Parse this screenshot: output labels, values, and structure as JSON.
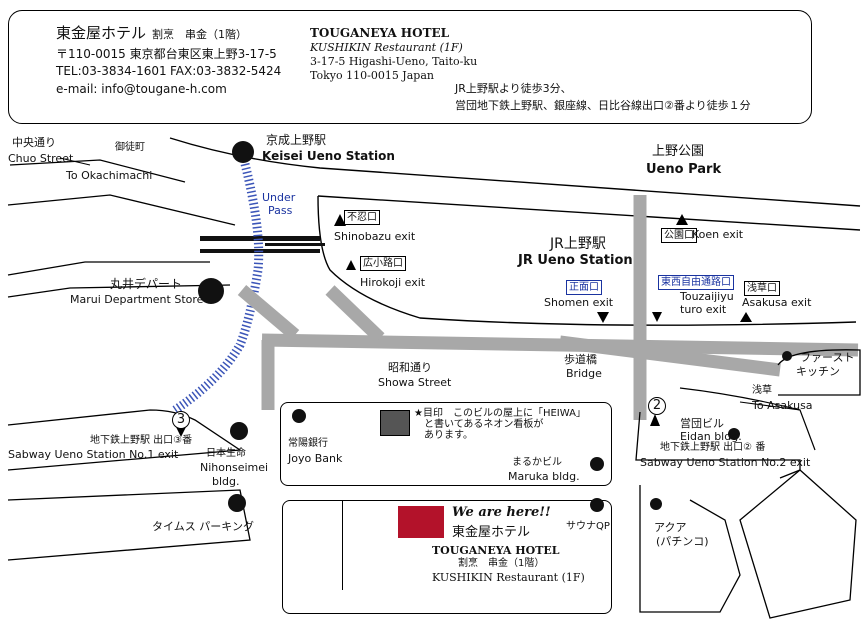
{
  "header": {
    "name_jp": "東金屋ホテル",
    "restaurant_jp": "割烹　串金（1階）",
    "postal_jp": "〒110-0015 東京都台東区東上野3-17-5",
    "tel": "TEL:03-3834-1601",
    "fax": "FAX:03-3832-5424",
    "email": "e-mail: info@tougane-h.com",
    "name_en": "TOUGANEYA HOTEL",
    "restaurant_en": "KUSHIKIN Restaurant (1F)",
    "address1": "3-17-5 Higashi-Ueno, Taito-ku",
    "address2": "Tokyo 110-0015 Japan",
    "access1": "JR上野駅より徒歩3分、",
    "access2": "営団地下鉄上野駅、銀座線、日比谷線出口②番より徒歩１分"
  },
  "map": {
    "chuo_jp": "中央通り",
    "chuo_en": "Chuo Street",
    "okachimachi_jp": "御徒町",
    "okachimachi_en": "To Okachimachi",
    "keisei_jp": "京成上野駅",
    "keisei_en": "Keisei Ueno Station",
    "underpass1": "Under",
    "underpass2": "Pass",
    "park_jp": "上野公園",
    "park_en": "Ueno Park",
    "shinobazu_tag": "不忍口",
    "shinobazu_en": "Shinobazu exit",
    "hirokoji_tag": "広小路口",
    "hirokoji_en": "Hirokoji exit",
    "koen_tag": "公園口",
    "koen_en": "Koen exit",
    "jr_jp": "JR上野駅",
    "jr_en": "JR Ueno Station",
    "shomen_tag": "正面口",
    "shomen_en": "Shomen exit",
    "touzai_tag": "東西自由通路口",
    "touzai_en1": "Touzaijiyu",
    "touzai_en2": "turo exit",
    "asakusa_tag": "浅草口",
    "asakusa_exit": "Asakusa exit",
    "marui_jp": "丸井デパート",
    "marui_en": "Marui Department Store",
    "showa_jp": "昭和通り",
    "showa_en": "Showa Street",
    "bridge_jp": "歩道橋",
    "bridge_en": "Bridge",
    "firstkitchen1": "ファースト",
    "firstkitchen2": "キッチン",
    "to_asakusa_jp": "浅草",
    "to_asakusa_en": "To Asakusa",
    "exit3_num": "3",
    "exit3_jp": "地下鉄上野駅 出口③番",
    "exit3_en": "Sabway Ueno Station No.1 exit",
    "nihonseimei_jp": "日本生命",
    "nihonseimei_en1": "Nihonseimei",
    "nihonseimei_en2": "bldg.",
    "joyo_jp": "常陽銀行",
    "joyo_en": "Joyo Bank",
    "heiwa1": "★目印　このビルの屋上に「HEIWA」",
    "heiwa2": "と書いてあるネオン看板が",
    "heiwa3": "あります。",
    "maruka_jp": "まるかビル",
    "maruka_en": "Maruka bldg.",
    "exit2_num": "2",
    "eidan_jp": "営団ビル",
    "eidan_en": "Eidan bldg.",
    "exit2_jp": "地下鉄上野駅 出口② 番",
    "exit2_en": "Sabway Ueno Station No.2 exit",
    "times": "タイムス パーキング",
    "here": "We are here!!",
    "hotel_jp": "東金屋ホテル",
    "hotel_en": "TOUGANEYA HOTEL",
    "hotel_rest_jp": "割烹　串金（1階）",
    "hotel_rest_en": "KUSHIKIN Restaurant (1F)",
    "sauna": "サウナQP",
    "aqua1": "アクア",
    "aqua2": "(パチンコ)"
  },
  "colors": {
    "road": "#a8a8a8",
    "rail": "#111111",
    "underpass": "#3b55b8",
    "hotel": "#b3122a",
    "marker": "#555555"
  }
}
